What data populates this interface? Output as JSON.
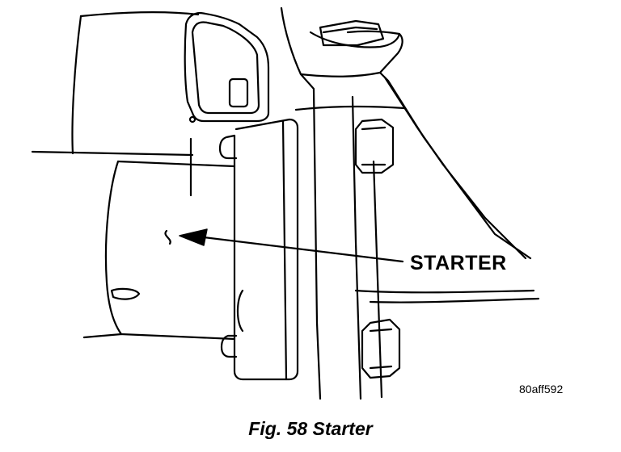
{
  "diagram": {
    "callout_label": "STARTER",
    "reference_code": "80aff592",
    "caption": "Fig. 58 Starter"
  }
}
